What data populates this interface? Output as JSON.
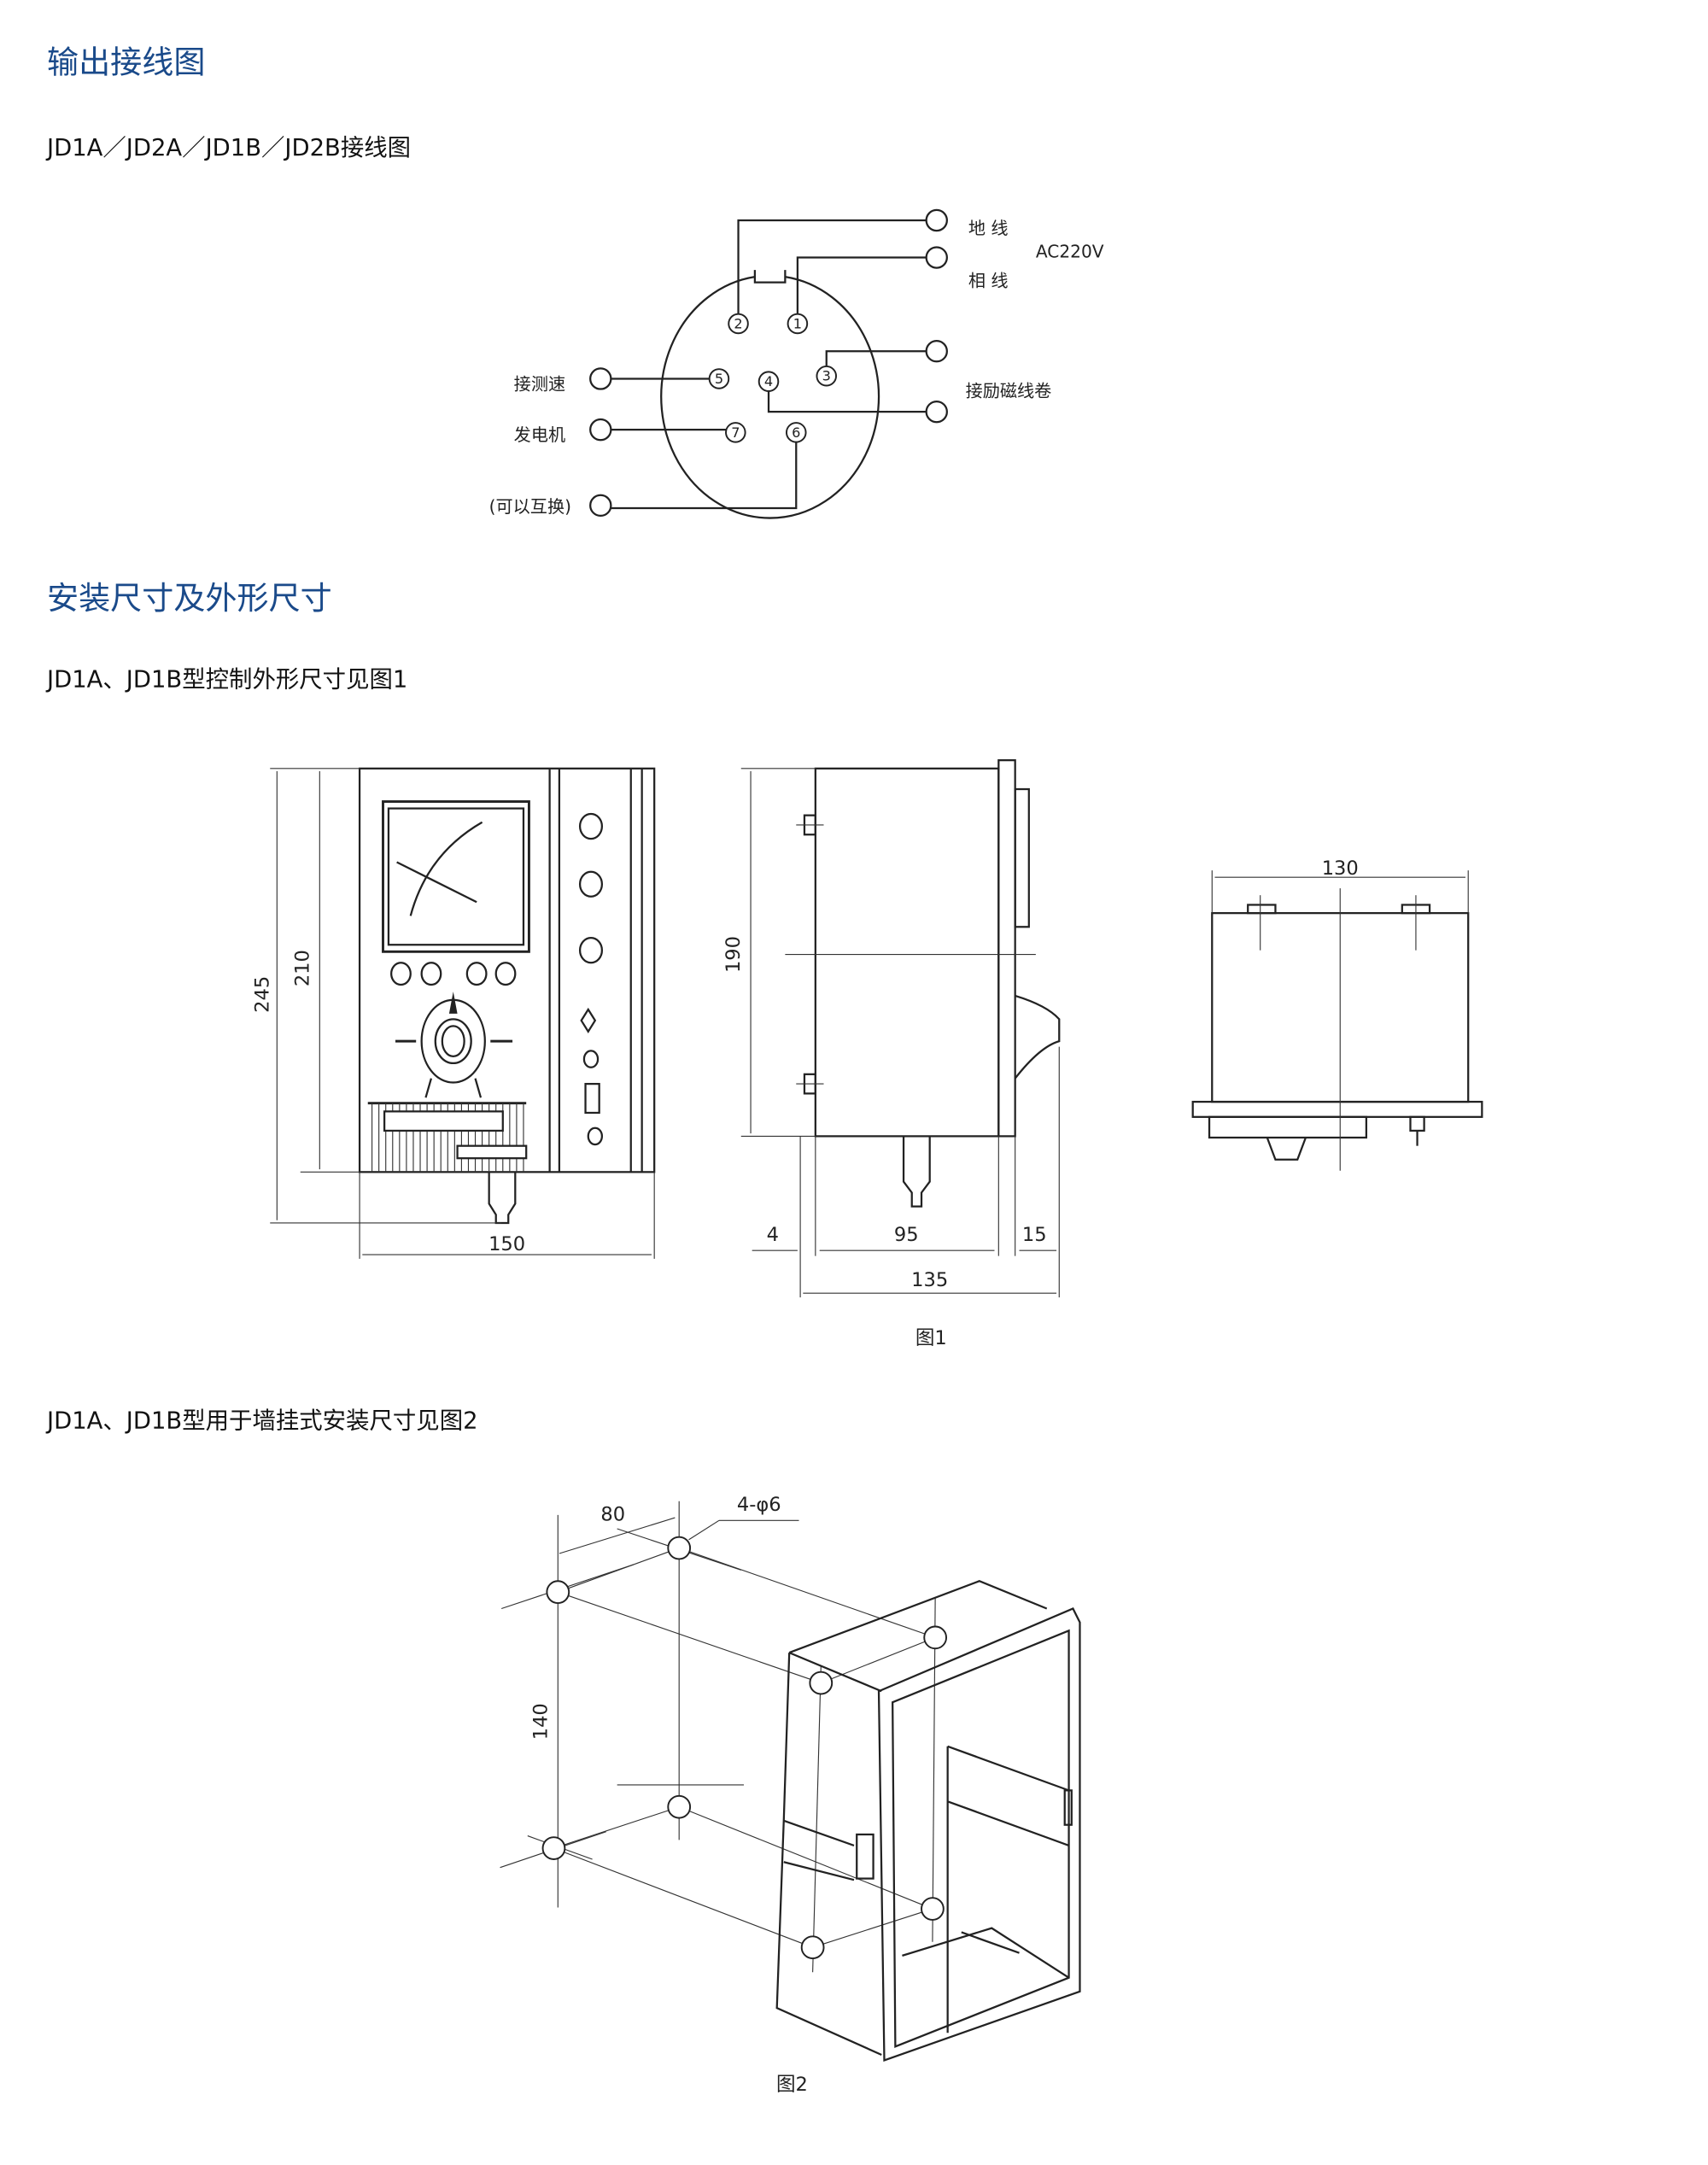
{
  "section_wiring": {
    "title": "输出接线图",
    "subtitle": "JD1A／JD2A／JD1B／JD2B接线图",
    "pins": [
      "1",
      "2",
      "3",
      "4",
      "5",
      "6",
      "7"
    ],
    "labels": {
      "ground": "地 线",
      "voltage": "AC220V",
      "phase": "相 线",
      "excitation_coil": "接励磁线卷",
      "tacho": "接测速",
      "generator": "发电机",
      "interchangeable": "(可以互换)"
    }
  },
  "section_dimensions": {
    "title": "安装尺寸及外形尺寸",
    "fig1_caption_text": "JD1A、JD1B型控制外形尺寸见图1",
    "fig1": {
      "dims": {
        "h245": "245",
        "h210": "210",
        "w150": "150",
        "h190": "190",
        "d4": "4",
        "d95": "95",
        "d15": "15",
        "d135": "135",
        "w130": "130"
      },
      "caption": "图1"
    },
    "fig2_caption_text": "JD1A、JD1B型用于墙挂式安装尺寸见图2",
    "fig2": {
      "dims": {
        "w80": "80",
        "holes": "4-φ6",
        "h140": "140"
      },
      "caption": "图2"
    }
  }
}
